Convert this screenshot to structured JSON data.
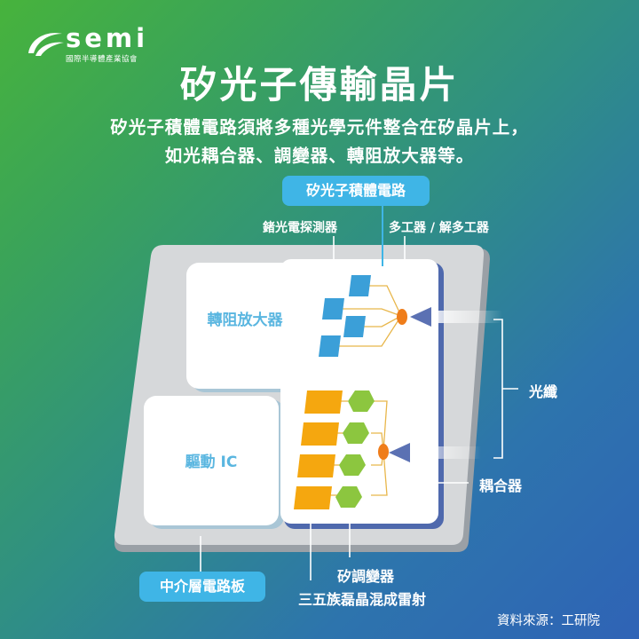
{
  "brand": {
    "name": "semi",
    "org": "國際半導體產業協會"
  },
  "title": "矽光子傳輸晶片",
  "subtitle": [
    "矽光子積體電路須將多種光學元件整合在矽晶片上，",
    "如光耦合器、調變器、轉阻放大器等。"
  ],
  "labels": {
    "silicon_photonic_ic": "矽光子積體電路",
    "germanium_detector": "鍺光電探測器",
    "mux_demux": "多工器 / 解多工器",
    "tia": "轉阻放大器",
    "driver_ic": "驅動 IC",
    "fiber": "光纖",
    "coupler": "耦合器",
    "modulator": "矽調變器",
    "laser": "三五族磊晶混成雷射",
    "interposer": "中介層電路板"
  },
  "source": "資料來源：工研院",
  "colors": {
    "pill": "#3fb5e6",
    "detector": "#3b9fd8",
    "laser": "#f5a70f",
    "modulator": "#8cc63f",
    "coupler": "#ef7d1a",
    "arrow": "#5b71b3"
  }
}
